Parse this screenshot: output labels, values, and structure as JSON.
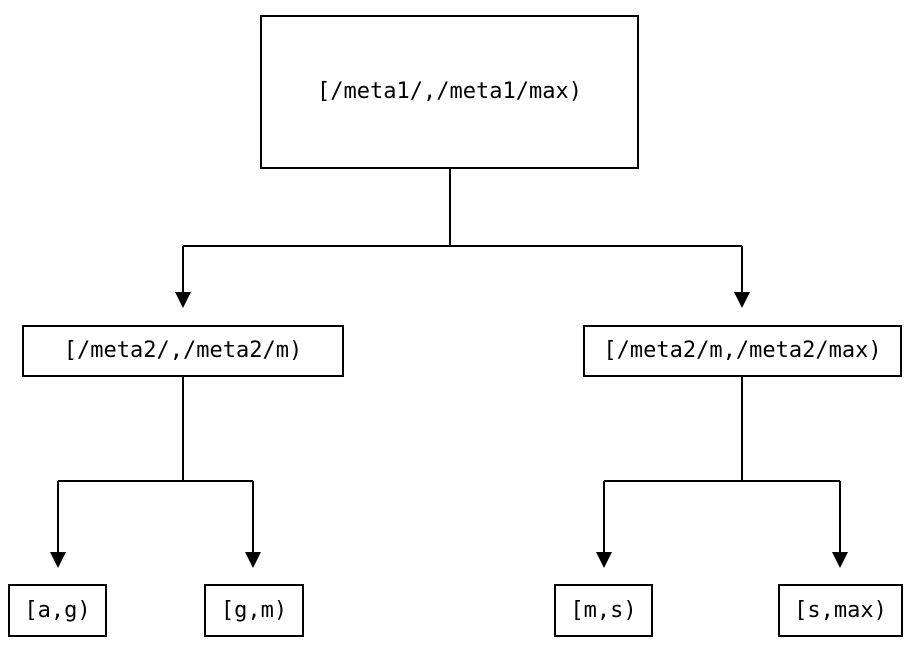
{
  "diagram": {
    "type": "tree",
    "background_color": "#ffffff",
    "line_color": "#000000",
    "box_border_color": "#000000",
    "text_color": "#000000",
    "root": {
      "label": "[/meta1/,/meta1/max)"
    },
    "children": [
      {
        "label": "[/meta2/,/meta2/m)"
      },
      {
        "label": "[/meta2/m,/meta2/max)"
      }
    ],
    "leaves": [
      {
        "label": "[a,g)"
      },
      {
        "label": "[g,m)"
      },
      {
        "label": "[m,s)"
      },
      {
        "label": "[s,max)"
      }
    ],
    "edges": [
      {
        "from": "[/meta1/,/meta1/max)",
        "to": "[/meta2/,/meta2/m)"
      },
      {
        "from": "[/meta1/,/meta1/max)",
        "to": "[/meta2/m,/meta2/max)"
      },
      {
        "from": "[/meta2/,/meta2/m)",
        "to": "[a,g)"
      },
      {
        "from": "[/meta2/,/meta2/m)",
        "to": "[g,m)"
      },
      {
        "from": "[/meta2/m,/meta2/max)",
        "to": "[m,s)"
      },
      {
        "from": "[/meta2/m,/meta2/max)",
        "to": "[s,max)"
      }
    ]
  }
}
